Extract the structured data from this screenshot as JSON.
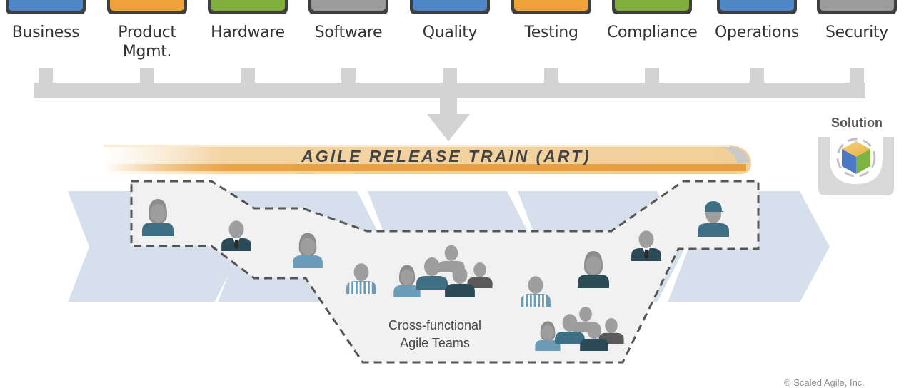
{
  "stakeholders": [
    {
      "label": "Business",
      "color": "#4f86c6"
    },
    {
      "label": "Product\nMgmt.",
      "color": "#f0a23a"
    },
    {
      "label": "Hardware",
      "color": "#7fae3d"
    },
    {
      "label": "Software",
      "color": "#9b9b9b"
    },
    {
      "label": "Quality",
      "color": "#4f86c6"
    },
    {
      "label": "Testing",
      "color": "#f0a23a"
    },
    {
      "label": "Compliance",
      "color": "#7fae3d"
    },
    {
      "label": "Operations",
      "color": "#4f86c6"
    },
    {
      "label": "Security",
      "color": "#9b9b9b"
    }
  ],
  "train": {
    "title": "AGILE RELEASE TRAIN (ART)"
  },
  "teams": {
    "caption": "Cross-functional\nAgile Teams"
  },
  "solution": {
    "label": "Solution"
  },
  "copyright": "© Scaled Agile, Inc.",
  "colors": {
    "connector": "#d3d3d3",
    "flow": "#d6dfec",
    "team_area": "#f1f1f1",
    "person_dark": "#2d4a57",
    "person_mid": "#3f6f85",
    "person_light": "#6b9db8",
    "head": "#9e9e9e"
  }
}
